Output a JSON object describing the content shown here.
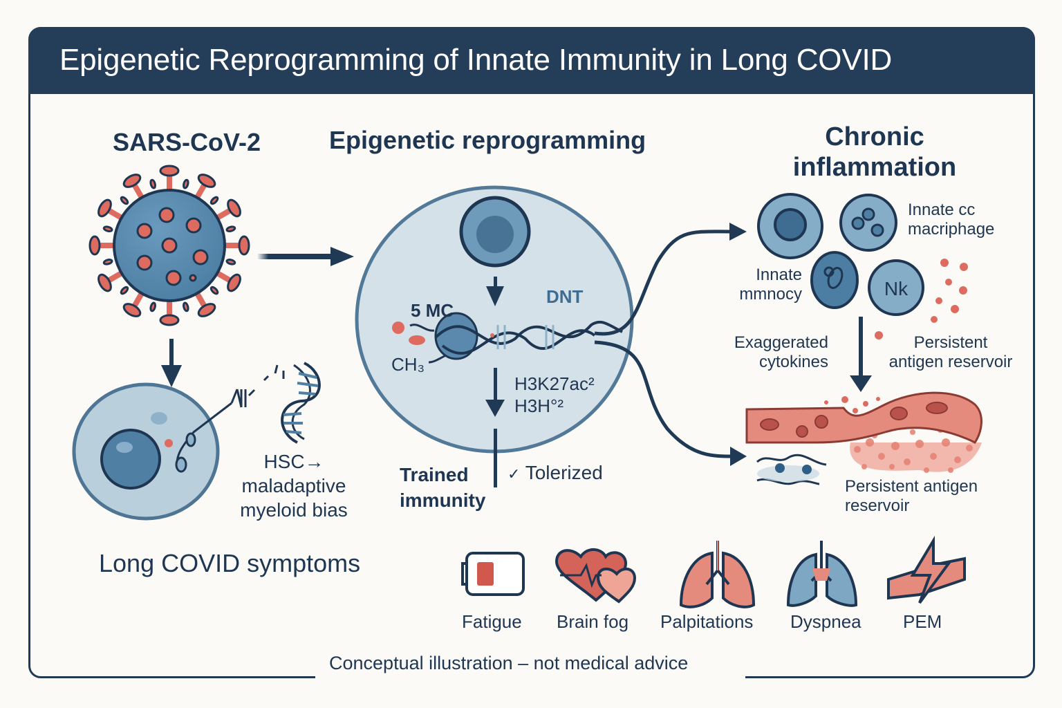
{
  "title": "Epigenetic Reprogramming of Innate Immunity in Long COVID",
  "sections": {
    "virus": {
      "heading": "SARS-CoV-2",
      "icon": "virus-icon"
    },
    "hsc": {
      "label_lines": [
        "HSC→",
        "maladaptive",
        "myeloid bias"
      ],
      "icon": "stem-cell-icon"
    },
    "epigenetic": {
      "heading": "Epigenetic reprogramming",
      "marks": {
        "five_mc": "5 MC",
        "ch3": "CH₃",
        "dnt": "DNT",
        "histone_1": "H3K27ac²",
        "histone_2": "H3H°²"
      },
      "outcomes": {
        "trained_lines": [
          "Trained",
          "immunity"
        ],
        "tolerized": "Tolerized",
        "tolerized_icon": "check-box-icon"
      }
    },
    "inflammation": {
      "heading_lines": [
        "Chronic",
        "inflammation"
      ],
      "cells": [
        {
          "name": "monocyte",
          "label": ""
        },
        {
          "name": "macrophage",
          "label": ""
        },
        {
          "name": "innate-cell",
          "label": ""
        },
        {
          "name": "nk-cell",
          "label": "Nk"
        }
      ],
      "label_macrophage_lines": [
        "Innate cc",
        "macriphage"
      ],
      "label_monocyte_lines": [
        "Innate",
        "mmnocy"
      ],
      "label_cytokines_lines": [
        "Exaggerated",
        "cytokines"
      ],
      "label_reservoir_top_lines": [
        "Persistent",
        "antigen reservoir"
      ],
      "label_reservoir_bottom_lines": [
        "Persistent antigen",
        "reservoir"
      ]
    },
    "symptoms": {
      "heading": "Long COVID symptoms",
      "items": [
        {
          "label": "Fatigue",
          "icon": "battery-low-icon"
        },
        {
          "label": "Brain fog",
          "icon": "hearts-icon"
        },
        {
          "label": "Palpitations",
          "icon": "lungs-icon"
        },
        {
          "label": "Dyspnea",
          "icon": "lungs-blue-icon"
        },
        {
          "label": "PEM",
          "icon": "lightning-muscle-icon"
        }
      ]
    }
  },
  "footer": "Conceptual illustration – not medical advice",
  "colors": {
    "navy": "#203a56",
    "blue": "#4f7fa3",
    "light_blue": "#d4e0e8",
    "coral": "#dd6b5f",
    "pink": "#f0b1a6",
    "background": "#fbfaf6"
  }
}
